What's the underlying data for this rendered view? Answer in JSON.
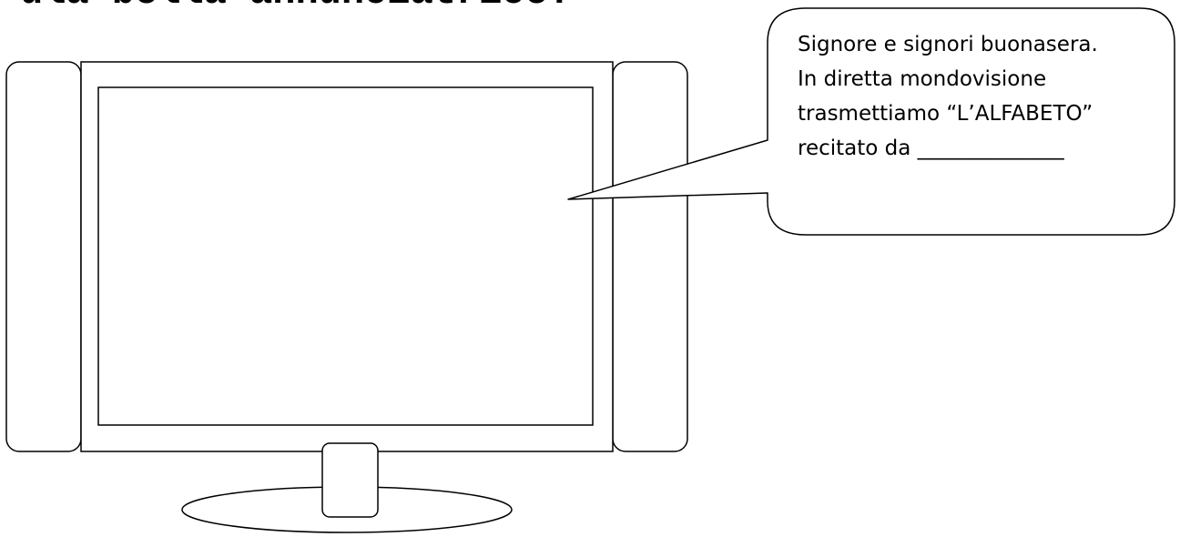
{
  "header": {
    "cut_off_text": "ula bella annunciatrice."
  },
  "speech_bubble": {
    "lines": [
      "Signore e signori buonasera.",
      "In diretta mondovisione",
      "trasmettiamo “L’ALFABETO”",
      "recitato da ______________"
    ]
  },
  "colors": {
    "stroke": "#000000",
    "background": "#ffffff"
  }
}
